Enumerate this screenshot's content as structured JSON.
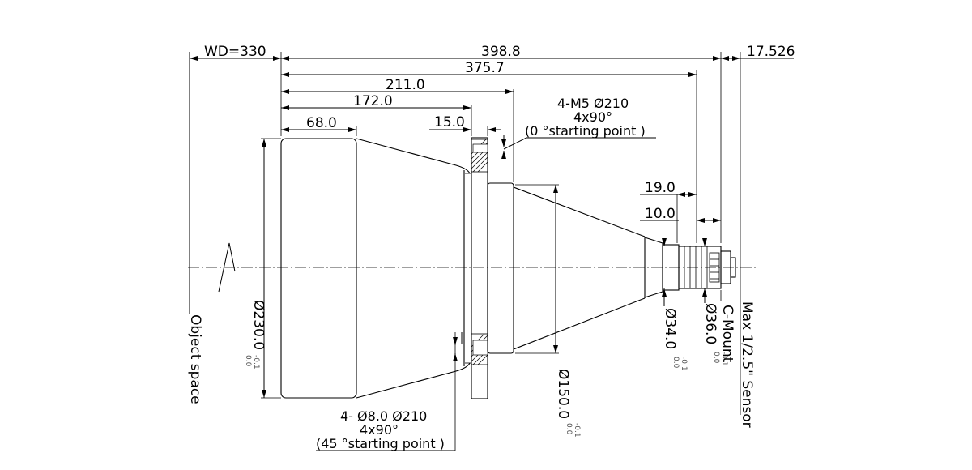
{
  "dimensions": {
    "wd": "WD=330",
    "total_length": "398.8",
    "flange_back": "17.526",
    "len_375": "375.7",
    "len_211": "211.0",
    "len_172": "172.0",
    "len_68": "68.0",
    "len_15": "15.0",
    "len_19": "19.0",
    "len_10": "10.0"
  },
  "diameters": {
    "d230": "Ø230.0",
    "d150": "Ø150.0",
    "d34": "Ø34.0",
    "d36": "Ø36.0",
    "tol_upper": "0.0",
    "tol_lower": "-0.1"
  },
  "notes": {
    "top_line1": "4-M5 Ø210",
    "top_line2": "4x90°",
    "top_line3": "(0 °starting point    )",
    "bottom_line1": "4- Ø8.0   Ø210",
    "bottom_line2": "4x90°",
    "bottom_line3": "(45 °starting point    )"
  },
  "labels": {
    "object_space": "Object space",
    "c_mount": "C-Mount",
    "sensor": "Max 1/2.5\" Sensor"
  }
}
